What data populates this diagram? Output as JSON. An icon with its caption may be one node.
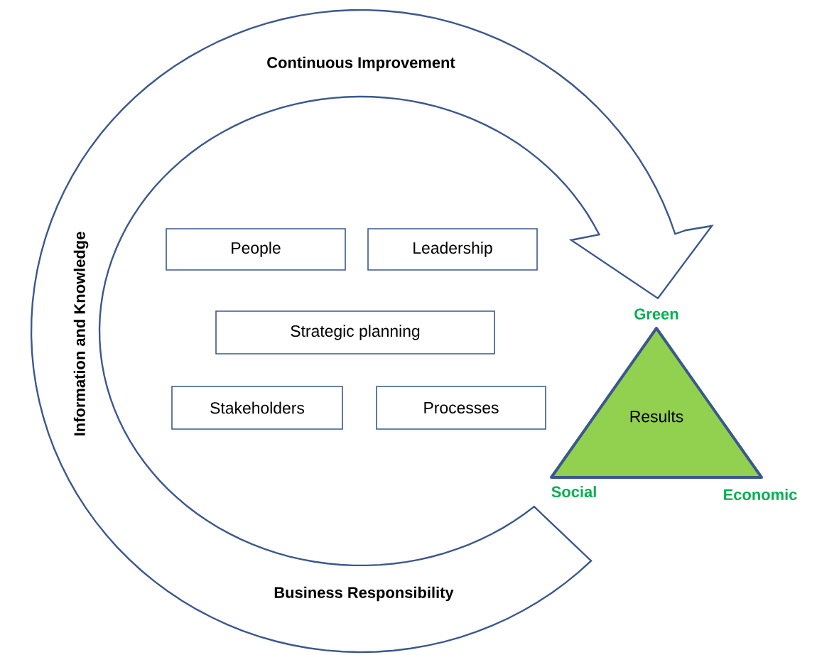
{
  "diagram": {
    "nodes": [
      {
        "text": [
          "Continuous Improvement",
          "Information and Knowledge",
          "Business Responsibility"
        ]
      },
      {
        "text": [
          "People"
        ]
      },
      {
        "text": [
          "Leadership"
        ]
      },
      {
        "text": [
          "Strategic planning"
        ]
      },
      {
        "text": [
          "Stakeholders"
        ]
      },
      {
        "text": [
          "Processes"
        ]
      },
      {
        "text": [
          "Results"
        ],
        "beside": [
          "Green",
          "Social",
          "Economic"
        ]
      }
    ]
  }
}
